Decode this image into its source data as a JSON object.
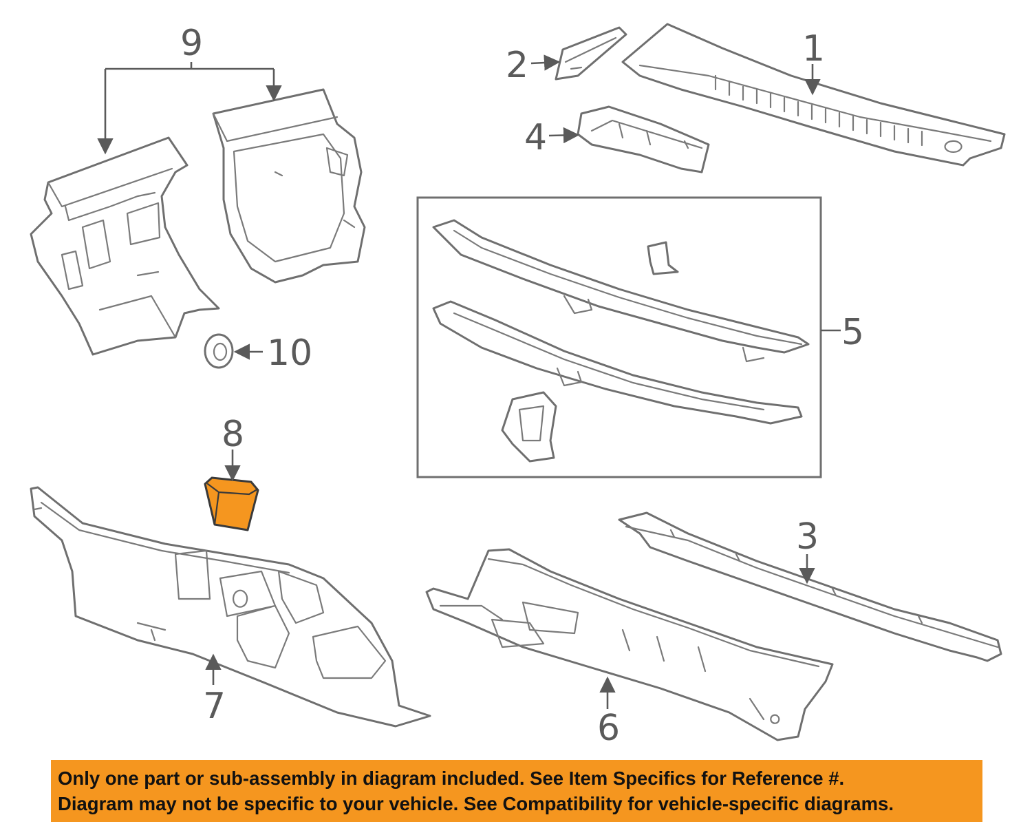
{
  "callouts": {
    "c1": "1",
    "c2": "2",
    "c3": "3",
    "c4": "4",
    "c5": "5",
    "c6": "6",
    "c7": "7",
    "c8": "8",
    "c9": "9",
    "c10": "10"
  },
  "highlight_color": "#f5961f",
  "banner": {
    "line1": "Only one part or sub-assembly in diagram included. See Item Specifics for Reference #.",
    "line2": "Diagram may not be specific to your vehicle. See Compatibility for vehicle-specific diagrams."
  }
}
